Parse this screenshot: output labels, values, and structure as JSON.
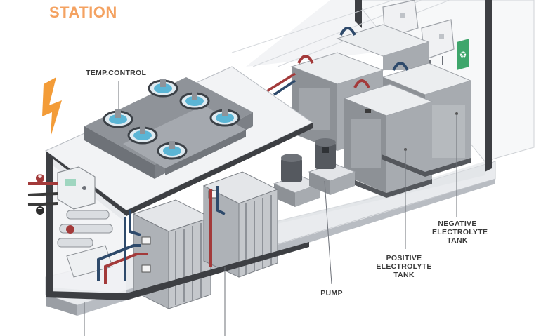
{
  "title": "STATION",
  "labels": {
    "temp_control": "TEMP.CONTROL",
    "negative_tank": [
      "NEGATIVE",
      "ELECTROLYTE",
      "TANK"
    ],
    "positive_tank": [
      "POSITIVE",
      "ELECTROLYTE",
      "TANK"
    ],
    "pump": "PUMP"
  },
  "symbols": {
    "plus": "+",
    "minus": "−"
  },
  "colors": {
    "accent_orange": "#f4a261",
    "lightning": "#f39c38",
    "red_pipe": "#a33a3a",
    "blue_pipe": "#2e4a6b",
    "tank_gray": "#8d9196",
    "fan_blue": "#5bb5d5",
    "recycle_green": "#3ea66b"
  }
}
